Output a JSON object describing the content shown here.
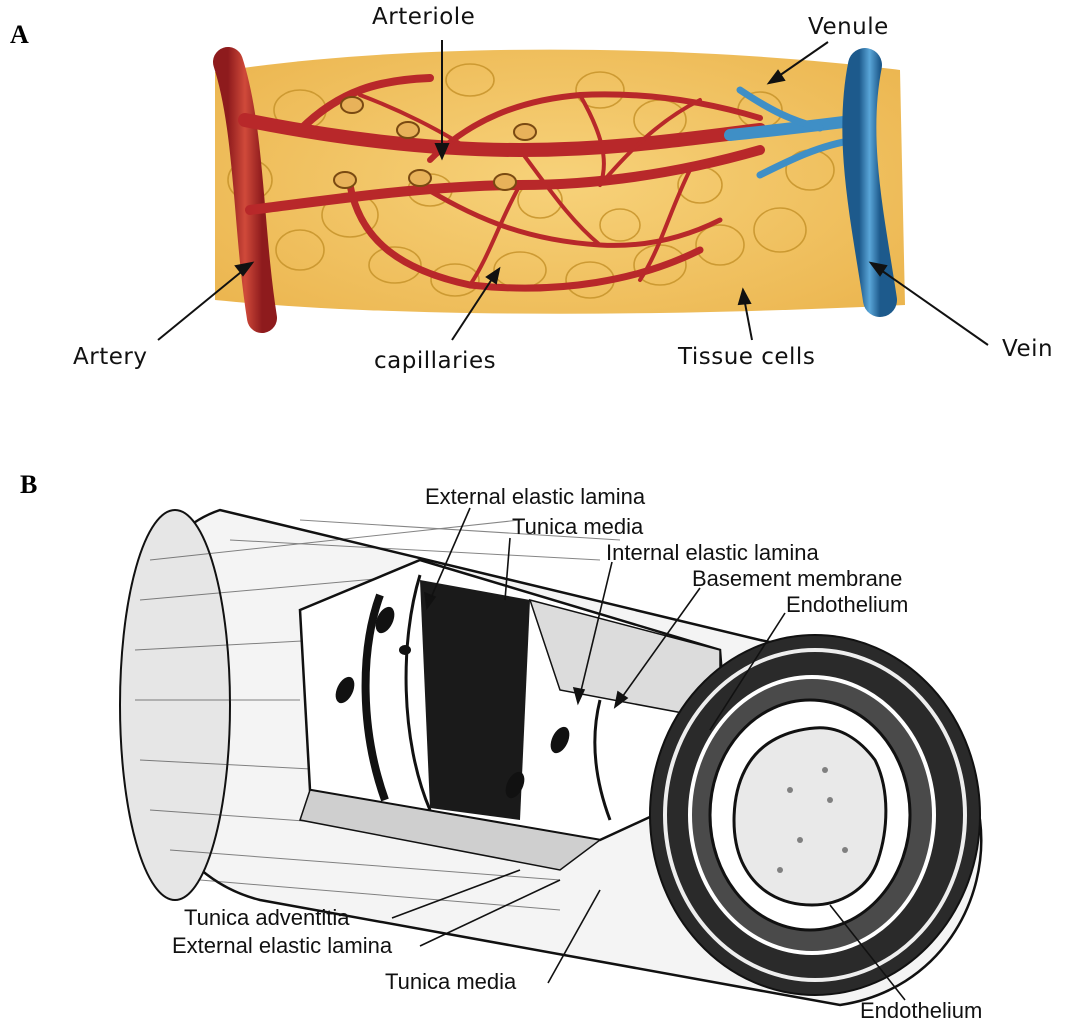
{
  "panel_a": {
    "letter": "A",
    "labels": {
      "arteriole": "Arteriole",
      "venule": "Venule",
      "artery": "Artery",
      "capillaries": "capillaries",
      "tissue_cells": "Tissue cells",
      "vein": "Vein"
    }
  },
  "panel_b": {
    "letter": "B",
    "labels": {
      "external_elastic_lamina_top": "External elastic lamina",
      "tunica_media_top": "Tunica media",
      "internal_elastic_lamina": "Internal elastic lamina",
      "basement_membrane": "Basement membrane",
      "endothelium_top": "Endothelium",
      "tunica_adventitia": "Tunica adventitia",
      "external_elastic_lamina_bottom": "External elastic lamina",
      "tunica_media_bottom": "Tunica media",
      "endothelium_bottom": "Endothelium"
    }
  },
  "colors": {
    "artery_red": "#b8282a",
    "vein_blue": "#2f7fb8",
    "tissue_yellow": "#f2c45a",
    "tissue_outline": "#c9962e",
    "ink": "#111111"
  }
}
